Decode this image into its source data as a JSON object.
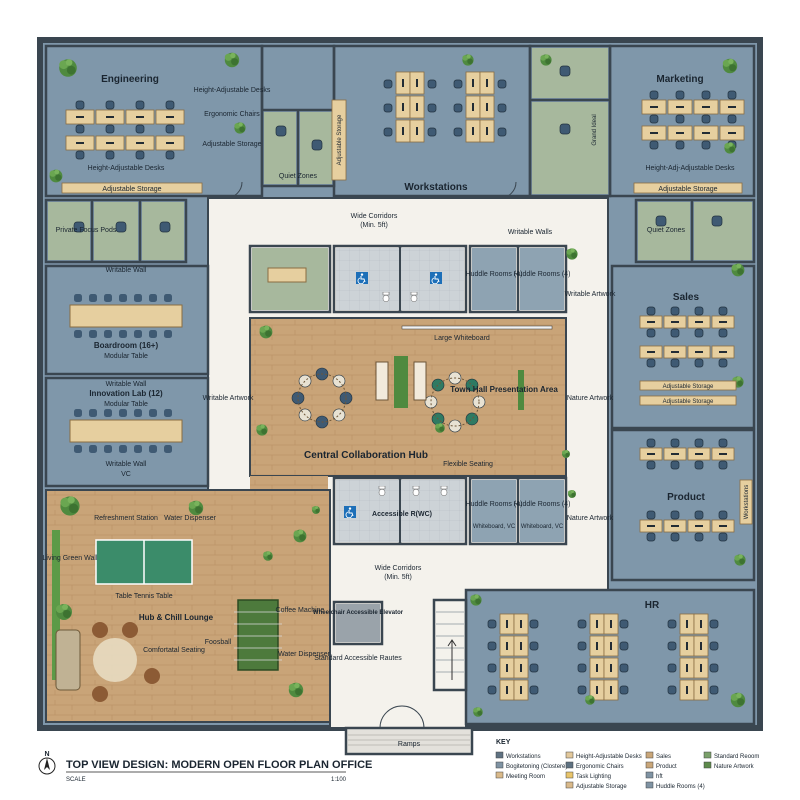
{
  "labels": {
    "engineering": "Engineering",
    "height_adjustable_desks_top": "Height-Adjustable Desks",
    "ergonomic_chairs": "Ergonomic Chairs",
    "adjustable_storage_eng": "Adjustable Storage",
    "height_adjustable_desks_eng": "Height-Adjustable Desks",
    "adjustable_storage_eng_bar": "Adjustable Storage",
    "quiet_zones_left": "Quiet Zones",
    "adjustable_storage_vertical": "Adjustable Storage",
    "workstations": "Workstations",
    "marketing": "Marketing",
    "height_adjustable_desks_mkt": "Height-Adj-Adjustable Desks",
    "adjustable_storage_mkt": "Adjustable Storage",
    "quiet_zones_right": "Quiet Zones",
    "private_focus_pods": "Private Focus Pods",
    "writable_wall_1": "Writable Wall",
    "boardroom": "Boardroom (16+)",
    "modular_table": "Modular Table",
    "writable_wall_2": "Writable Wall",
    "innovation_lab": "Innovation Lab (12)",
    "modular_table_2": "Modular Table",
    "writable_wall_vc": "Writable Wall",
    "vc": "VC",
    "wide_corridors_top": "Wide Corridors",
    "min_5ft_top": "(Min. 5ft)",
    "writable_walls": "Writable Walls",
    "huddle_rooms_1": "Huddle Rooms (4)",
    "huddle_rooms_2": "Huddle Rooms (4)",
    "writable_artwork_right": "Writable Artwork",
    "sales": "Sales",
    "adjustable_storage_sales_1": "Adjustable Storage",
    "adjustable_storage_sales_2": "Adjustable Storage",
    "large_whiteboard": "Large Whiteboard",
    "town_hall": "Town Hall Presentation Area",
    "nature_artwork_1": "Nature Artwork",
    "writable_artwork_left": "Writable Artwork",
    "central_hub": "Central Collaboration Hub",
    "flexible_seating": "Flexible Seating",
    "accessible_wc": "Accessible R(WC)",
    "huddle_rooms_3": "Huddle Rooms (4)",
    "whiteboard_vc_1": "Whiteboard, VC",
    "huddle_rooms_4": "Huddle Rooms (4)",
    "whiteboard_vc_2": "Whiteboard, VC",
    "nature_artwork_2": "Nature Artwork",
    "product": "Product",
    "workstations_vertical": "Workstations",
    "refreshment_station": "Refreshment Station",
    "water_dispenser_1": "Water Dispenser",
    "living_green_wall": "Living Green Wall",
    "table_tennis": "Table Tennis Table",
    "hub_chill": "Hub & Chill Lounge",
    "coffee_machine": "Coffee Machine",
    "foosball": "Foosball",
    "comfortable_seating": "Comfortatal Seating",
    "water_dispenser_2": "Water Dispenser",
    "wide_corridors_bottom": "Wide Corridors",
    "min_5ft_bottom": "(Min. 5ft)",
    "wheelchair_elevator": "Wheelchair Accessible Elevator",
    "standard_accessible_routes": "Standard Accessible Rautes",
    "hr": "HR",
    "ramps": "Ramps",
    "grand_ideal": "Grand Ideal"
  },
  "title_block": {
    "north": "N",
    "title": "TOP VIEW DESIGN: MODERN OPEN FLOOR PLAN OFFICE",
    "scale_label": "SCALE",
    "scale_value": "1:100"
  },
  "key": {
    "heading": "KEY",
    "items": [
      {
        "label": "Workstations",
        "color": "#5f7282"
      },
      {
        "label": "Bogitetoning (Clostere)",
        "color": "#7f93a3"
      },
      {
        "label": "Meeting Room",
        "color": "#d9b98a"
      },
      {
        "label": "Height-Adjustable Desks",
        "color": "#e2c89b"
      },
      {
        "label": "Ergonomic Chairs",
        "color": "#5f7282"
      },
      {
        "label": "Task Lighting",
        "color": "#e8c46a"
      },
      {
        "label": "Adjustable Storage",
        "color": "#d9b98a"
      },
      {
        "label": "Sales",
        "color": "#c9a679"
      },
      {
        "label": "Product",
        "color": "#c9a679"
      },
      {
        "label": "hft",
        "color": "#7f93a3"
      },
      {
        "label": "Huddle Rooms (4)",
        "color": "#7f93a3"
      },
      {
        "label": "Standard Reoom",
        "color": "#7aa06a"
      },
      {
        "label": "Nature Artwork",
        "color": "#5d8a4b"
      }
    ]
  },
  "colors": {
    "floor_blue": "#7f97aa",
    "wall": "#3a4650",
    "wood": "#c9a478",
    "corridor": "#f4f2ec",
    "desk": "#e6cf9f",
    "chair": "#3f5a73",
    "plant": "#4f8a3f",
    "tile": "#c9cfd3"
  }
}
